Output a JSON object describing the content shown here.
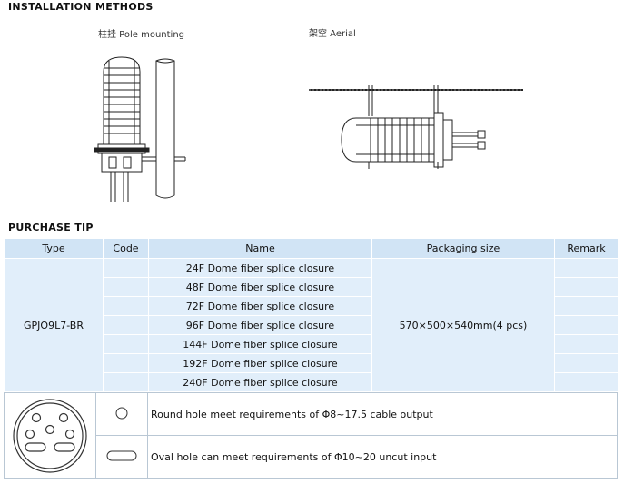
{
  "headings": {
    "installation": "INSTALLATION METHODS",
    "purchase": "PURCHASE TIP"
  },
  "captions": {
    "pole": "柱挂 Pole mounting",
    "aerial": "架空 Aerial"
  },
  "table": {
    "headers": [
      "Type",
      "Code",
      "Name",
      "Packaging size",
      "Remark"
    ],
    "type": "GPJO9L7-BR",
    "packaging": "570×500×540mm(4 pcs)",
    "names": [
      "24F Dome fiber splice closure",
      "48F Dome fiber splice closure",
      "72F Dome fiber splice closure",
      "96F Dome fiber splice closure",
      "144F Dome fiber splice closure",
      "192F Dome fiber splice closure",
      "240F Dome fiber splice closure"
    ]
  },
  "legend": {
    "round": "Round hole meet requirements of Φ8~17.5 cable output",
    "oval": "Oval hole can meet requirements of Φ10~20 uncut input"
  },
  "colors": {
    "header_bg": "#d1e4f5",
    "cell_bg": "#e1eefa",
    "border": "#ffffff"
  }
}
